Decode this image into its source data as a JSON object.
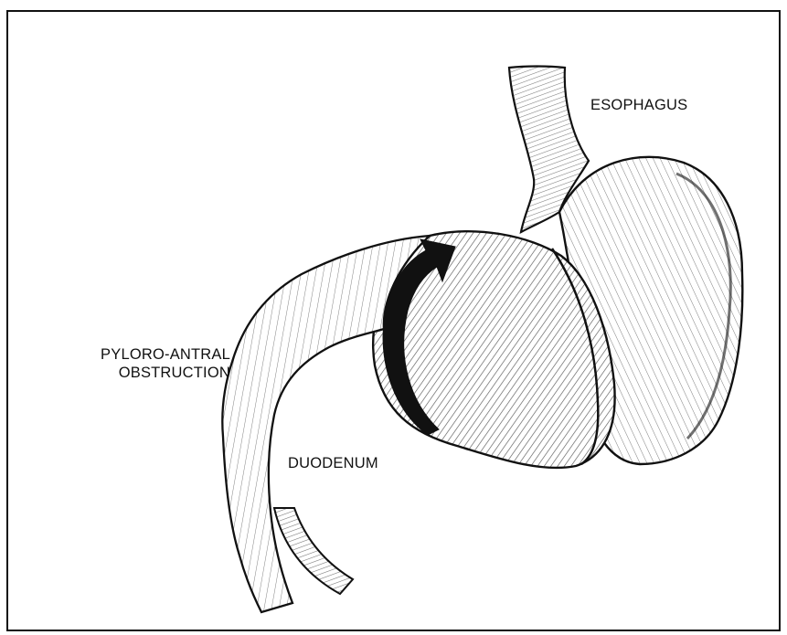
{
  "labels": {
    "esophagus": "ESOPHAGUS",
    "pyloro_line1": "PYLORO-ANTRAL",
    "pyloro_line2": "OBSTRUCTION",
    "duodenum": "DUODENUM"
  },
  "colors": {
    "ink": "#111111",
    "background": "#ffffff"
  }
}
